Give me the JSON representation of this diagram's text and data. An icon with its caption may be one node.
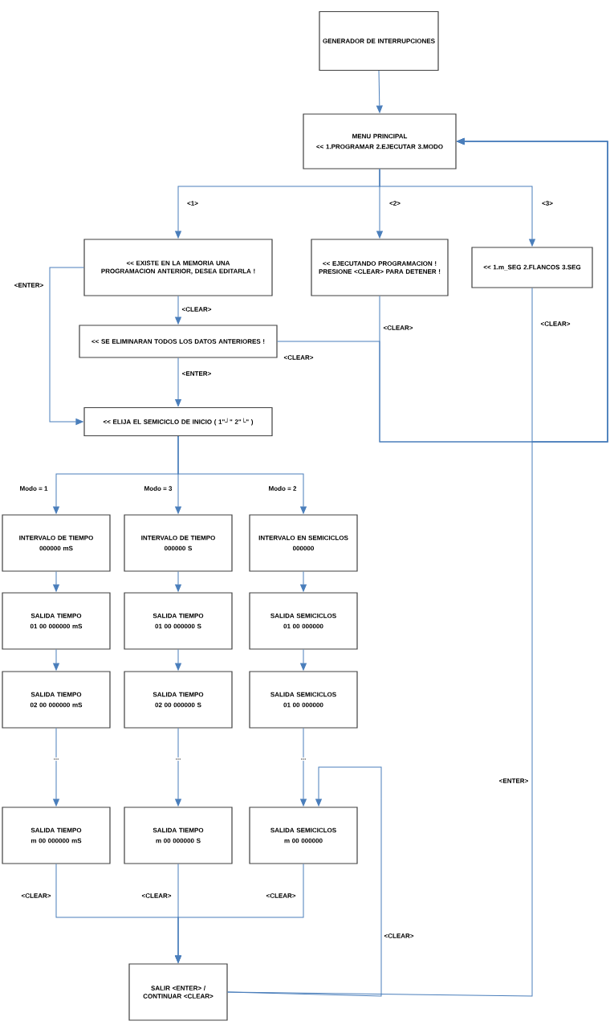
{
  "diagram": {
    "nodes": [
      {
        "text": [
          "GENERADOR DE INTERRUPCIONES"
        ]
      },
      {
        "text": [
          "MENU PRINCIPAL",
          "<< 1.PROGRAMAR 2.EJECUTAR 3.MODO"
        ]
      },
      {
        "text": [
          "<< EXISTE EN LA MEMORIA UNA PROGRAMACION ANTERIOR, DESEA EDITARLA !"
        ]
      },
      {
        "text": [
          "<< EJECUTANDO PROGRAMACION ! PRESIONE <CLEAR> PARA DETENER !"
        ]
      },
      {
        "text": [
          "<< 1.m_SEG 2.FLANCOS 3.SEG"
        ]
      },
      {
        "text": [
          "<< SE ELIMINARAN TODOS LOS DATOS ANTERIORES !"
        ]
      },
      {
        "text": [
          "<< ELIJA EL SEMICICLO DE INICIO ( 1\"┘\" 2\"└\" )"
        ]
      },
      {
        "text": [
          "INTERVALO DE TIEMPO",
          "000000 mS"
        ]
      },
      {
        "text": [
          "INTERVALO DE TIEMPO",
          "000000 S"
        ]
      },
      {
        "text": [
          "INTERVALO EN SEMICICLOS",
          "000000"
        ]
      },
      {
        "text": [
          "SALIDA TIEMPO",
          "01 00 000000 mS"
        ]
      },
      {
        "text": [
          "SALIDA TIEMPO",
          "01 00 000000 S"
        ]
      },
      {
        "text": [
          "SALIDA SEMICICLOS",
          "01 00 000000"
        ]
      },
      {
        "text": [
          "SALIDA TIEMPO",
          "02 00 000000 mS"
        ]
      },
      {
        "text": [
          "SALIDA TIEMPO",
          "02 00 000000 S"
        ]
      },
      {
        "text": [
          "SALIDA SEMICICLOS",
          "01 00 000000"
        ]
      },
      {
        "text": [
          "SALIDA TIEMPO",
          "m 00 000000 mS"
        ]
      },
      {
        "text": [
          "SALIDA TIEMPO",
          "m 00 000000 S"
        ]
      },
      {
        "text": [
          "SALIDA SEMICICLOS",
          "m 00 000000"
        ]
      },
      {
        "text": [
          "SALIR <ENTER> / CONTINUAR <CLEAR>"
        ]
      }
    ],
    "edges": [
      {
        "from": 0,
        "to": 1,
        "arrow": "to"
      },
      {
        "from": 1,
        "to": 2,
        "arrow": "to",
        "label": "<1>"
      },
      {
        "from": 1,
        "to": 3,
        "arrow": "to",
        "label": "<2>"
      },
      {
        "from": 1,
        "to": 4,
        "arrow": "to",
        "label": "<3>"
      },
      {
        "from": 2,
        "to": 5,
        "arrow": "to",
        "label": "<CLEAR>"
      },
      {
        "from": 2,
        "to": 6,
        "arrow": "to",
        "label": "<ENTER>"
      },
      {
        "from": 5,
        "to": 6,
        "arrow": "to",
        "label": "<ENTER>"
      },
      {
        "from": 5,
        "to": 1,
        "arrow": "to",
        "label": "<CLEAR>"
      },
      {
        "from": 3,
        "to": 1,
        "arrow": "to",
        "label": "<CLEAR>"
      },
      {
        "from": 4,
        "to": 1,
        "arrow": "to",
        "label": "<CLEAR>"
      },
      {
        "from": 6,
        "to": 7,
        "arrow": "to",
        "label": "Modo = 1"
      },
      {
        "from": 6,
        "to": 8,
        "arrow": "to",
        "label": "Modo = 3"
      },
      {
        "from": 6,
        "to": 9,
        "arrow": "to",
        "label": "Modo = 2"
      },
      {
        "from": 7,
        "to": 10,
        "arrow": "to"
      },
      {
        "from": 10,
        "to": 13,
        "arrow": "to"
      },
      {
        "from": 13,
        "to": 16,
        "arrow": "to",
        "label": "..."
      },
      {
        "from": 8,
        "to": 11,
        "arrow": "to"
      },
      {
        "from": 11,
        "to": 14,
        "arrow": "to"
      },
      {
        "from": 14,
        "to": 17,
        "arrow": "to",
        "label": "..."
      },
      {
        "from": 9,
        "to": 12,
        "arrow": "to"
      },
      {
        "from": 12,
        "to": 15,
        "arrow": "to"
      },
      {
        "from": 15,
        "to": 18,
        "arrow": "to",
        "label": "..."
      },
      {
        "from": 16,
        "to": 19,
        "arrow": "to",
        "label": "<CLEAR>"
      },
      {
        "from": 17,
        "to": 19,
        "arrow": "to",
        "label": "<CLEAR>"
      },
      {
        "from": 18,
        "to": 19,
        "arrow": "to",
        "label": "<CLEAR>"
      },
      {
        "from": 19,
        "to": 1,
        "arrow": "to",
        "label": "<ENTER>"
      },
      {
        "from": 19,
        "to": 18,
        "arrow": "to",
        "label": "<CLEAR>"
      }
    ]
  }
}
